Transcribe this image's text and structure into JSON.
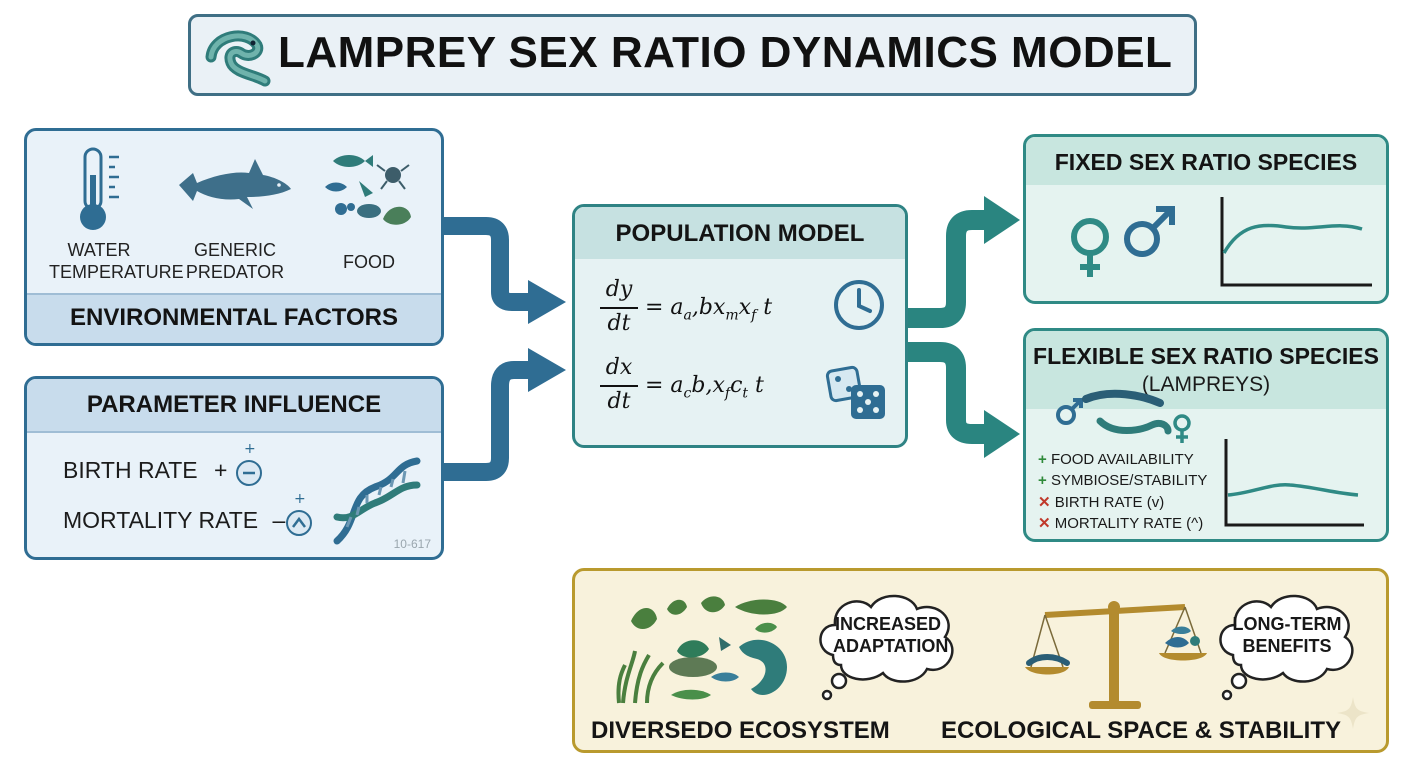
{
  "title": "LAMPREY SEX RATIO DYNAMICS MODEL",
  "environmental": {
    "heading": "ENVIRONMENTAL FACTORS",
    "factors": [
      {
        "line1": "WATER",
        "line2": "TEMPERATURE",
        "icon": "thermometer-icon"
      },
      {
        "line1": "GENERIC",
        "line2": "PREDATOR",
        "icon": "shark-icon"
      },
      {
        "line1": "FOOD",
        "line2": "",
        "icon": "food-organisms-icon"
      }
    ]
  },
  "parameters": {
    "heading": "PARAMETER INFLUENCE",
    "birth_rate": "BIRTH RATE",
    "birth_sign": "+",
    "mortality_rate": "MORTALITY RATE",
    "mortality_sign": "–",
    "id_code": "10-617"
  },
  "population": {
    "heading": "POPULATION MODEL",
    "eq1_num": "dy",
    "eq1_den": "dt",
    "eq1_rhs": "= a",
    "eq1_sub": "a",
    "eq1_rest": ",bx",
    "eq1_m": "m",
    "eq1_x": "x",
    "eq1_f": "f",
    "eq1_t": " t",
    "eq2_num": "dx",
    "eq2_den": "dt",
    "eq2_rhs": "= a",
    "eq2_sub": "c",
    "eq2_rest": "b,x",
    "eq2_f": "f",
    "eq2_c": "c",
    "eq2_t": "t",
    "eq2_end": " t"
  },
  "fixed": {
    "heading": "FIXED SEX RATIO SPECIES"
  },
  "flexible": {
    "heading": "FLEXIBLE SEX RATIO SPECIES",
    "subheading": "(LAMPREYS)",
    "items": [
      {
        "mark": "+",
        "text": "FOOD AVAILABILITY"
      },
      {
        "mark": "+",
        "text": "SYMBIOSE/STABILITY"
      },
      {
        "mark": "✕",
        "text": "BIRTH RATE (v)"
      },
      {
        "mark": "✕",
        "text": "MORTALITY RATE (^)"
      }
    ]
  },
  "ecosystem": {
    "caption_left": "DIVERSEDO ECOSYSTEM",
    "caption_right": "ECOLOGICAL SPACE & STABILITY",
    "cloud_left_1": "INCREASED",
    "cloud_left_2": "ADAPTATION",
    "cloud_right_1": "LONG-TERM",
    "cloud_right_2": "BENEFITS"
  },
  "colors": {
    "blue": "#2f6d93",
    "teal": "#2f8384",
    "gold": "#b99a2e"
  }
}
